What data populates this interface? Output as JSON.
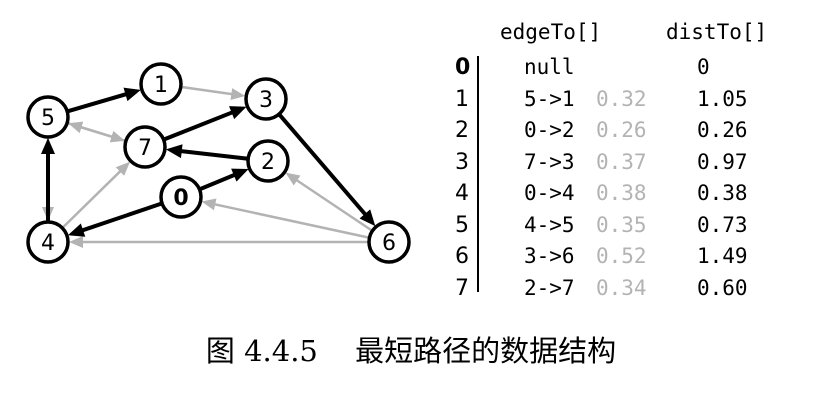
{
  "graph": {
    "vertices": [
      {
        "id": "0",
        "label": "0"
      },
      {
        "id": "1",
        "label": "1"
      },
      {
        "id": "2",
        "label": "2"
      },
      {
        "id": "3",
        "label": "3"
      },
      {
        "id": "4",
        "label": "4"
      },
      {
        "id": "5",
        "label": "5"
      },
      {
        "id": "6",
        "label": "6"
      },
      {
        "id": "7",
        "label": "7"
      }
    ],
    "tree_edges": [
      [
        "5",
        "1"
      ],
      [
        "0",
        "2"
      ],
      [
        "7",
        "3"
      ],
      [
        "0",
        "4"
      ],
      [
        "4",
        "5"
      ],
      [
        "3",
        "6"
      ],
      [
        "2",
        "7"
      ]
    ],
    "other_edges": [
      [
        "1",
        "3"
      ],
      [
        "5",
        "7"
      ],
      [
        "7",
        "5"
      ],
      [
        "5",
        "4"
      ],
      [
        "4",
        "7"
      ],
      [
        "6",
        "4"
      ],
      [
        "6",
        "0"
      ],
      [
        "6",
        "2"
      ]
    ],
    "colors": {
      "tree_edge": "#000000",
      "other_edge": "#b3b3b3",
      "node_fill": "#ffffff",
      "node_stroke": "#000000"
    }
  },
  "table": {
    "headers": {
      "edge_to": "edgeTo[]",
      "dist_to": "distTo[]"
    },
    "rows": [
      {
        "v": "0",
        "edge": "null",
        "weight": "",
        "dist": "0"
      },
      {
        "v": "1",
        "edge": "5->1",
        "weight": "0.32",
        "dist": "1.05"
      },
      {
        "v": "2",
        "edge": "0->2",
        "weight": "0.26",
        "dist": "0.26"
      },
      {
        "v": "3",
        "edge": "7->3",
        "weight": "0.37",
        "dist": "0.97"
      },
      {
        "v": "4",
        "edge": "0->4",
        "weight": "0.38",
        "dist": "0.38"
      },
      {
        "v": "5",
        "edge": "4->5",
        "weight": "0.35",
        "dist": "0.73"
      },
      {
        "v": "6",
        "edge": "3->6",
        "weight": "0.52",
        "dist": "1.49"
      },
      {
        "v": "7",
        "edge": "2->7",
        "weight": "0.34",
        "dist": "0.60"
      }
    ]
  },
  "caption": {
    "figure": "图 4.4.5",
    "title": "最短路径的数据结构"
  }
}
